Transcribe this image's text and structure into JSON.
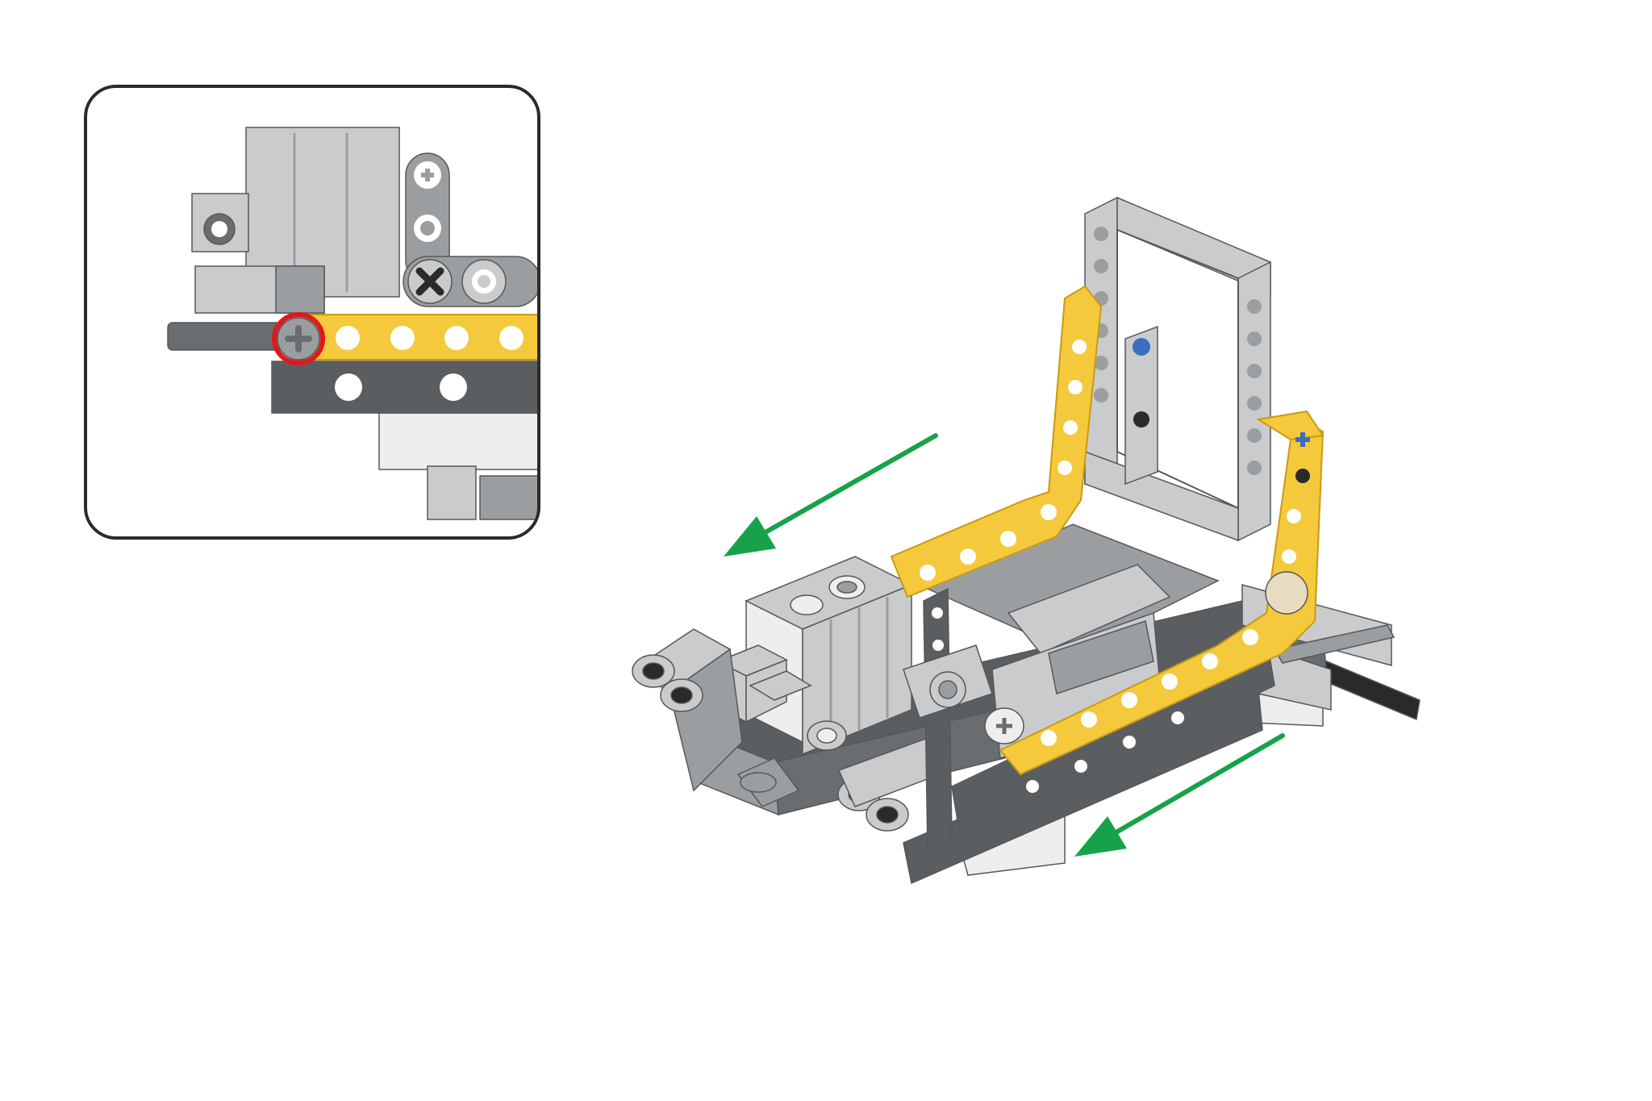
{
  "colors": {
    "background": "#ffffff",
    "inset_border": "#2b2b2b",
    "highlight_circle": "#e0191f",
    "arrow": "#17a24a",
    "beam_yellow": "#f4c93b",
    "beam_yellow_dark": "#c99a14",
    "part_light_gray": "#c9cbcd",
    "part_mid_gray": "#9b9ea1",
    "part_dark_gray": "#6a6d70",
    "part_white": "#eeeeee",
    "pin_blue": "#3a6fc0",
    "axle_black": "#2a2a2a"
  },
  "icons": {
    "inset_view": "detail-callout-icon",
    "move_direction": "arrow-icon",
    "highlighted_hole": "cross-hole-icon"
  },
  "callout": {
    "highlight": "cross-axle-hole"
  },
  "arrows": {
    "count": 2,
    "direction": "down-left"
  }
}
